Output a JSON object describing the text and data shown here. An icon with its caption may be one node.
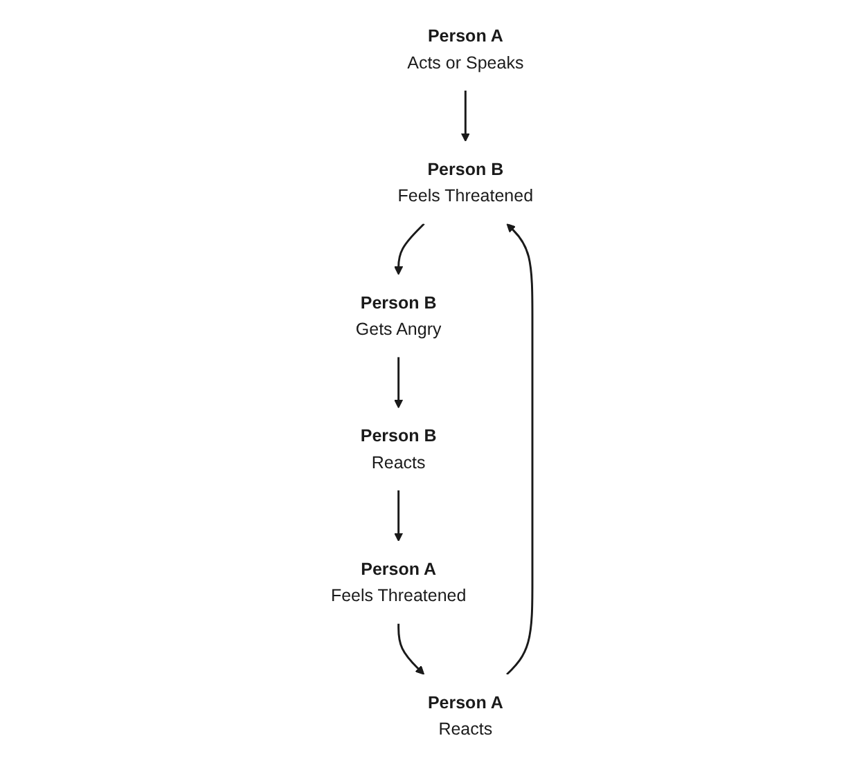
{
  "diagram": {
    "nodes": [
      {
        "text": [
          "Person A",
          "Acts or Speaks"
        ]
      },
      {
        "text": [
          "Person A",
          "Feels Threatened"
        ]
      },
      {
        "text": [
          "Person A",
          "Reacts"
        ]
      },
      {
        "text": [
          "Person B",
          "Reacts"
        ]
      },
      {
        "text": [
          "Person B",
          "Feels Threatened"
        ]
      },
      {
        "text": [
          "Person B",
          "Gets Angry"
        ]
      }
    ],
    "edges": [
      {
        "from": 0,
        "to": 4,
        "arrow": "to"
      },
      {
        "from": 1,
        "to": 2,
        "arrow": "to"
      },
      {
        "from": 2,
        "to": 4,
        "arrow": "to"
      },
      {
        "from": 4,
        "to": 5,
        "arrow": "to"
      },
      {
        "from": 5,
        "to": 3,
        "arrow": "to"
      },
      {
        "from": 3,
        "to": 1,
        "arrow": "to"
      }
    ]
  }
}
